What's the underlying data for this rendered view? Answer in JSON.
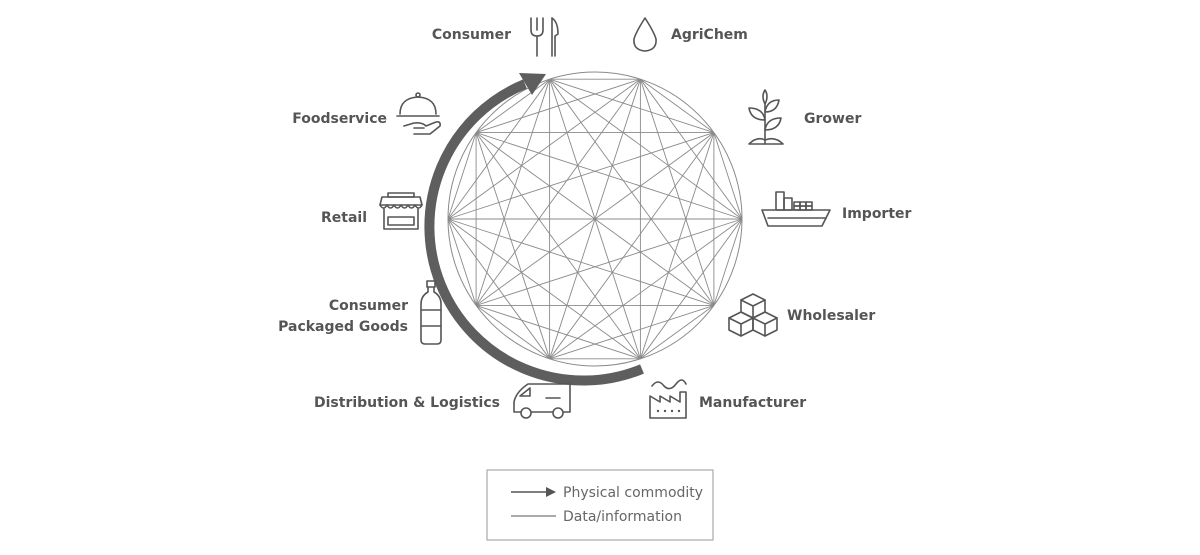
{
  "nodes": {
    "consumer": "Consumer",
    "agrichem": "AgriChem",
    "grower": "Grower",
    "importer": "Importer",
    "wholesaler": "Wholesaler",
    "manufacturer": "Manufacturer",
    "distribution": "Distribution & Logistics",
    "cpg_line1": "Consumer",
    "cpg_line2": "Packaged Goods",
    "retail": "Retail",
    "foodservice": "Foodservice"
  },
  "legend": {
    "physical": "Physical commodity",
    "data": "Data/information"
  },
  "colors": {
    "text": "#555555",
    "arrow": "#5e5e5e",
    "mesh": "#8a8a8a",
    "legend_border": "#999999"
  },
  "icons": [
    "fork-knife-icon",
    "water-drop-icon",
    "plant-sprout-icon",
    "cargo-ship-icon",
    "stacked-boxes-icon",
    "factory-icon",
    "delivery-van-icon",
    "bottle-icon",
    "storefront-icon",
    "cloche-hand-icon"
  ]
}
